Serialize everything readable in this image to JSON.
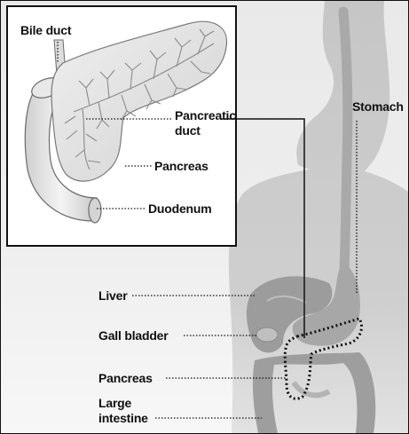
{
  "labels": {
    "bile_duct": "Bile duct",
    "pancreatic_duct_line1": "Pancreatic",
    "pancreatic_duct_line2": "duct",
    "pancreas_inset": "Pancreas",
    "duodenum": "Duodenum",
    "stomach": "Stomach",
    "liver": "Liver",
    "gall_bladder": "Gall bladder",
    "pancreas_body": "Pancreas",
    "large_intestine_line1": "Large",
    "large_intestine_line2": "intestine"
  },
  "colors": {
    "body_silhouette": "#c9c9c9",
    "organ_fill": "#a9a9a9",
    "organ_dark": "#8e8e8e",
    "inset_background": "#ffffff",
    "pancreas_fill": "#e3e3e3",
    "outline": "#111111"
  }
}
